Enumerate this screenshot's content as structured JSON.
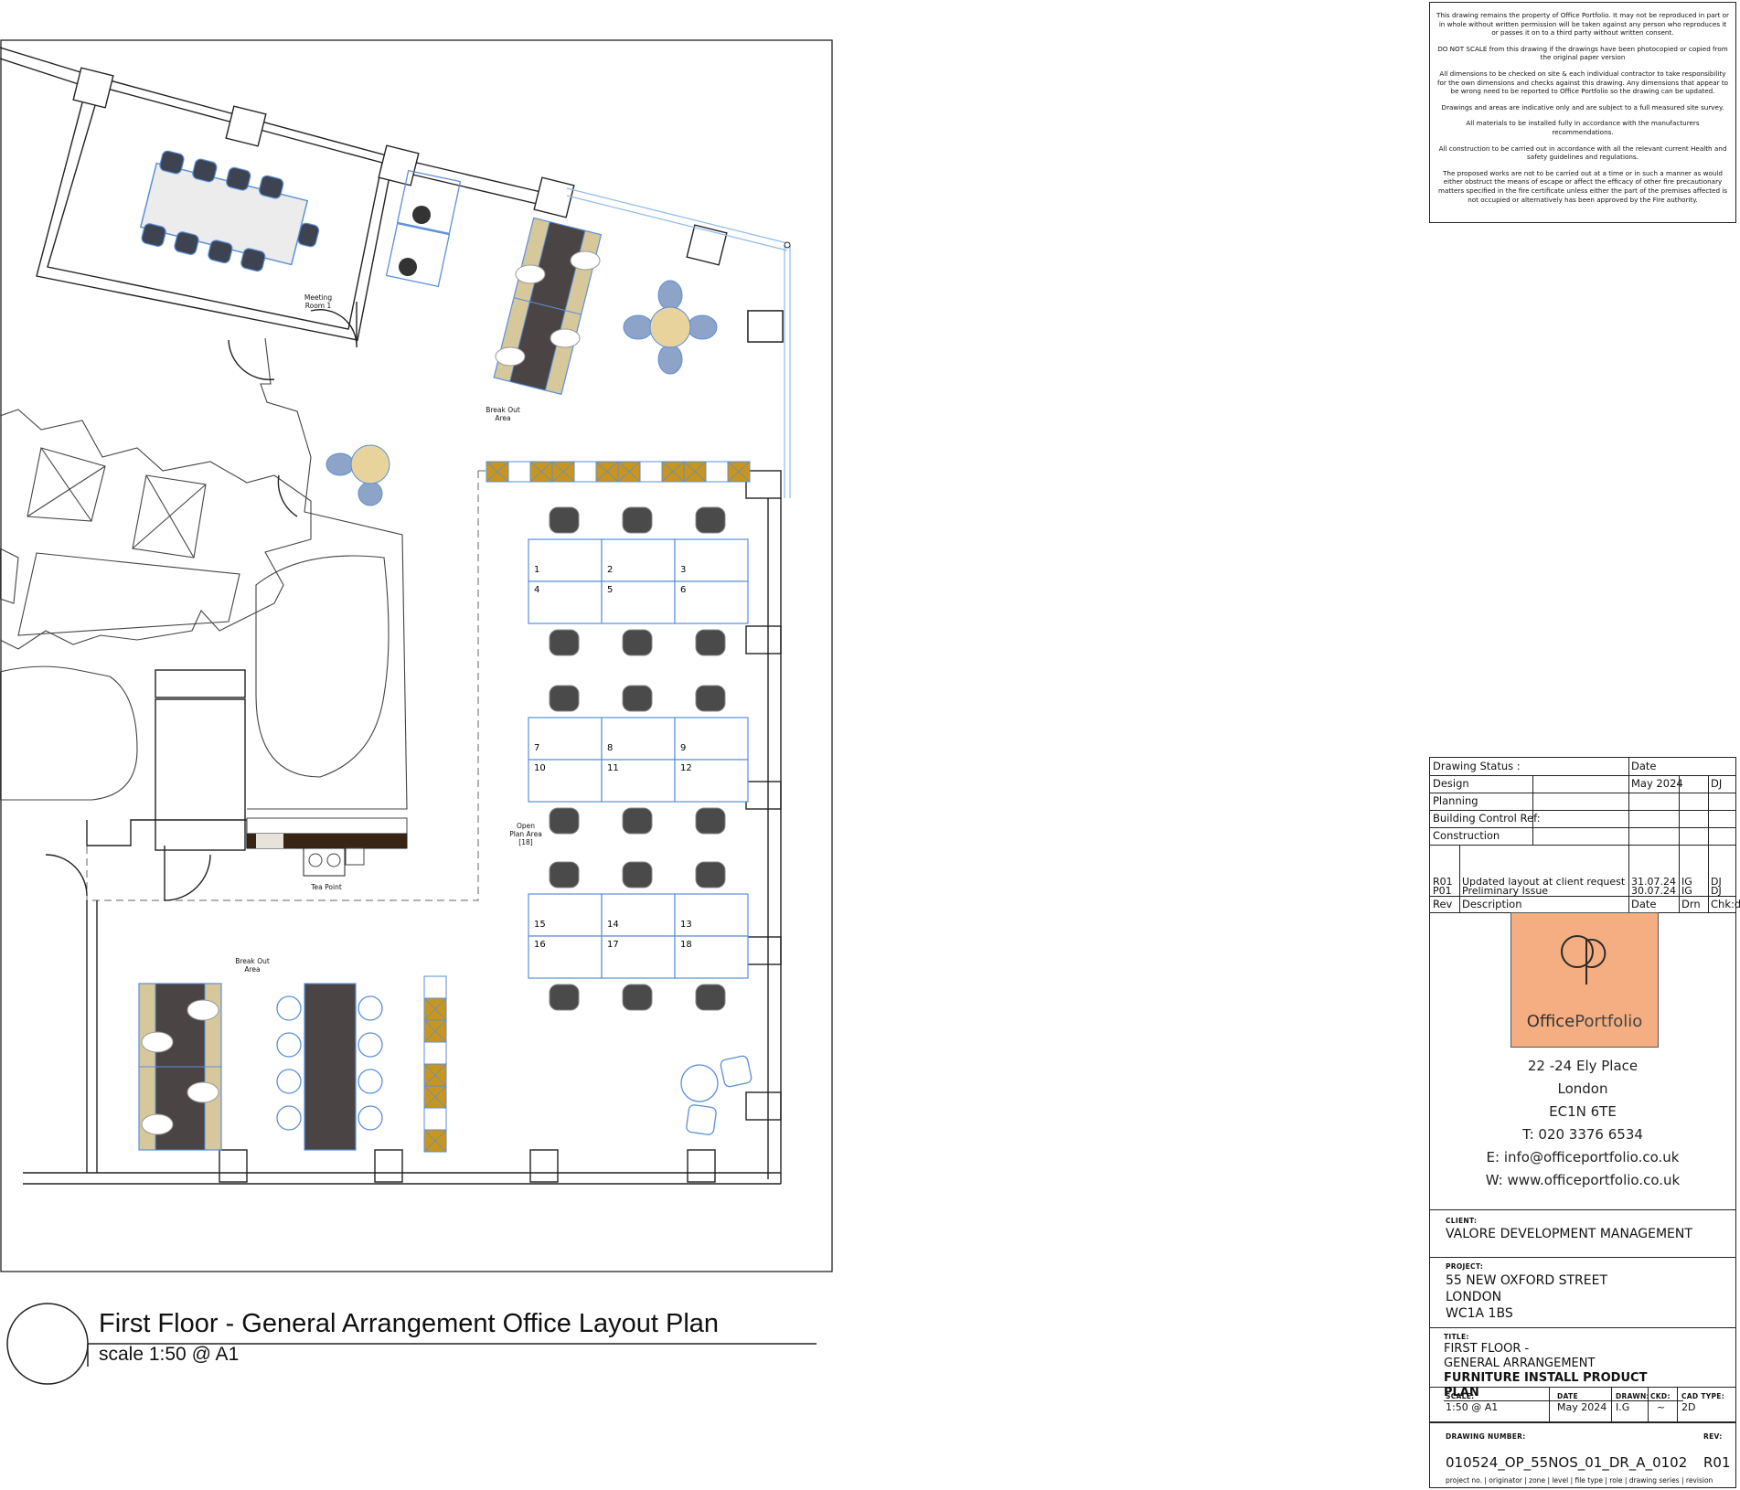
{
  "notes": [
    "This drawing remains the property of Office Portfolio. It may not be reproduced in part or in whole without written permission will be taken against any person who reproduces it or passes it on to a third party without written consent.",
    "DO NOT SCALE from this drawing if the drawings have been photocopied or copied from the original paper version",
    "All dimensions to be checked on site & each individual contractor to take responsibility for the own dimensions and checks against this drawing. Any dimensions that appear to be wrong need to be reported to Office Portfolio so the drawing can be updated.",
    "Drawings and areas are indicative only and are subject to a full measured site survey.",
    "All materials to be installed fully in accordance with the manufacturers recommendations.",
    "All construction to be carried out in accordance with all the relevant current Health and safety guidelines and regulations.",
    "The proposed works are not to be carried out at a time or in such a manner as would either obstruct the means of escape or affect the efficacy of other fire precautionary matters specified in the fire certificate unless either the part of the premises affected is not occupied or alternatively has been approved by the Fire authority."
  ],
  "plan": {
    "title": "First Floor - General Arrangement Office Layout Plan",
    "scale": "scale 1:50 @ A1",
    "rooms": {
      "meeting": [
        "Meeting",
        "Room 1"
      ],
      "breakout_top": [
        "Break Out",
        "Area"
      ],
      "open_plan": [
        "Open",
        "Plan Area",
        "[18]"
      ],
      "tea_point": "Tea Point",
      "breakout_bottom": [
        "Break Out",
        "Area"
      ]
    },
    "desk_numbers": [
      "1",
      "2",
      "3",
      "4",
      "5",
      "6",
      "7",
      "8",
      "9",
      "10",
      "11",
      "12",
      "15",
      "14",
      "13",
      "16",
      "17",
      "18"
    ]
  },
  "title_block": {
    "status": [
      {
        "label": "Drawing Status :",
        "date": "Date",
        "dm": "",
        "chk": ""
      },
      {
        "label": "Design",
        "date": "May 2024",
        "dm": "",
        "chk": "DJ"
      },
      {
        "label": "Planning",
        "date": "",
        "dm": "",
        "chk": ""
      },
      {
        "label": "Building Control Ref:",
        "date": "",
        "dm": "",
        "chk": ""
      },
      {
        "label": "Construction",
        "date": "",
        "dm": "",
        "chk": ""
      }
    ],
    "revisions": [
      {
        "rev": "R01",
        "desc": "Updated layout at client request",
        "date": "31.07.24",
        "drn": "IG",
        "chkd": "DJ"
      },
      {
        "rev": "P01",
        "desc": "Preliminary Issue",
        "date": "30.07.24",
        "drn": "IG",
        "chkd": "DJ"
      }
    ],
    "rev_header": {
      "rev": "Rev",
      "desc": "Description",
      "date": "Date",
      "drn": "Drn",
      "chkd": "Chk:d"
    },
    "logo": {
      "word1": "Office",
      "word2": "Portfolio",
      "monogram": "OP",
      "bg": "#f4ae82"
    },
    "address": [
      "22 -24 Ely Place",
      "London",
      "EC1N 6TE",
      "T:  020 3376 6534",
      "E:  info@officeportfolio.co.uk",
      "W:  www.officeportfolio.co.uk"
    ],
    "client_label": "CLIENT:",
    "client": "VALORE DEVELOPMENT MANAGEMENT",
    "project_label": "PROJECT:",
    "project": [
      "55 NEW OXFORD STREET",
      "LONDON",
      "WC1A 1BS"
    ],
    "title_label": "TITLE:",
    "title_lines": [
      "FIRST FLOOR -",
      "GENERAL ARRANGEMENT",
      "FURNITURE INSTALL PRODUCT PLAN"
    ],
    "meta": [
      {
        "label": "SCALE:",
        "value": "1:50 @ A1"
      },
      {
        "label": "DATE",
        "value": "May 2024"
      },
      {
        "label": "DRAWN:",
        "value": "I.G"
      },
      {
        "label": "CKD:",
        "value": "~"
      },
      {
        "label": "CAD TYPE:",
        "value": "2D"
      }
    ],
    "drawing_number_label": "DRAWING NUMBER:",
    "rev_label": "REV:",
    "drawing_number": "010524_OP_55NOS_01_DR_A_0102",
    "revision": "R01",
    "legend": "project no. | originator | zone | level | file type | role | drawing series | revision"
  },
  "colors": {
    "accent_blue": "#5b8fd9",
    "desk_dark": "#4a4544",
    "timber": "#d6c89a",
    "mustard": "#c8961e",
    "logo_bg": "#f4ae82"
  }
}
